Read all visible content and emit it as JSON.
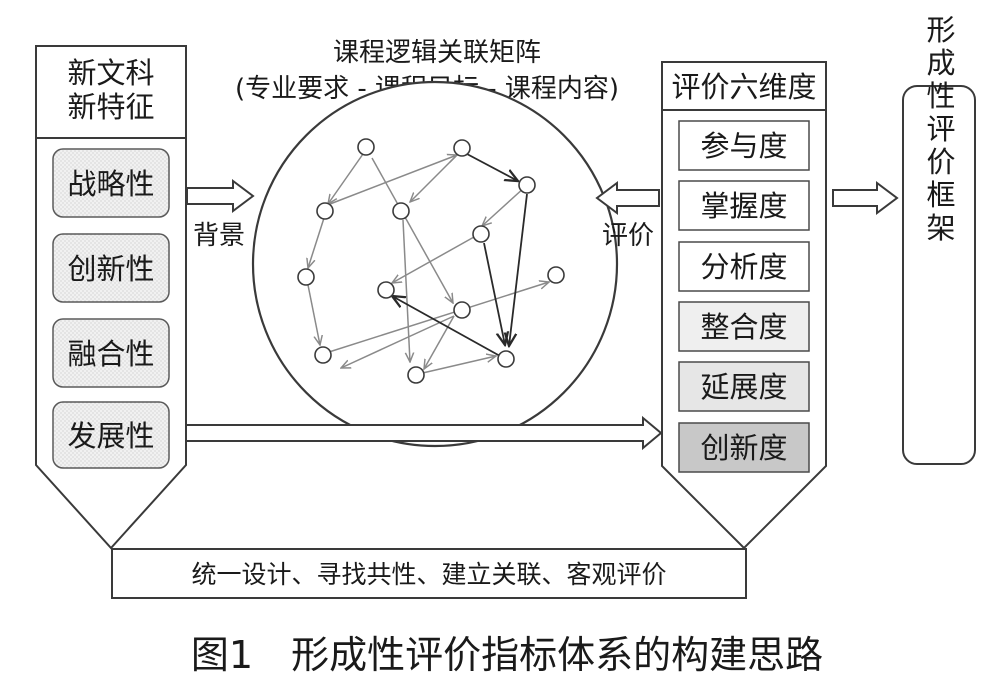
{
  "left_panel": {
    "header_line1": "新文科",
    "header_line2": "新特征",
    "items": [
      "战略性",
      "创新性",
      "融合性",
      "发展性"
    ]
  },
  "center": {
    "title_line1": "课程逻辑关联矩阵",
    "title_line2": "(专业要求 - 课程目标 - 课程内容)"
  },
  "arrow_labels": {
    "left": "背景",
    "right": "评价"
  },
  "right_panel": {
    "header": "评价六维度",
    "items": [
      "参与度",
      "掌握度",
      "分析度",
      "整合度",
      "延展度",
      "创新度"
    ],
    "item_fills": [
      "#ffffff",
      "#ffffff",
      "#ffffff",
      "#efefef",
      "#e6e6e6",
      "#c8c8c8"
    ]
  },
  "far_right": {
    "text": "形成性评价框架"
  },
  "bottom": {
    "text": "统一设计、寻找共性、建立关联、客观评价"
  },
  "caption": "图1　形成性评价指标体系的构建思路",
  "colors": {
    "stroke": "#3a3a3a",
    "light_arrow": "#8a8a8a",
    "dark_arrow": "#2a2a2a"
  }
}
